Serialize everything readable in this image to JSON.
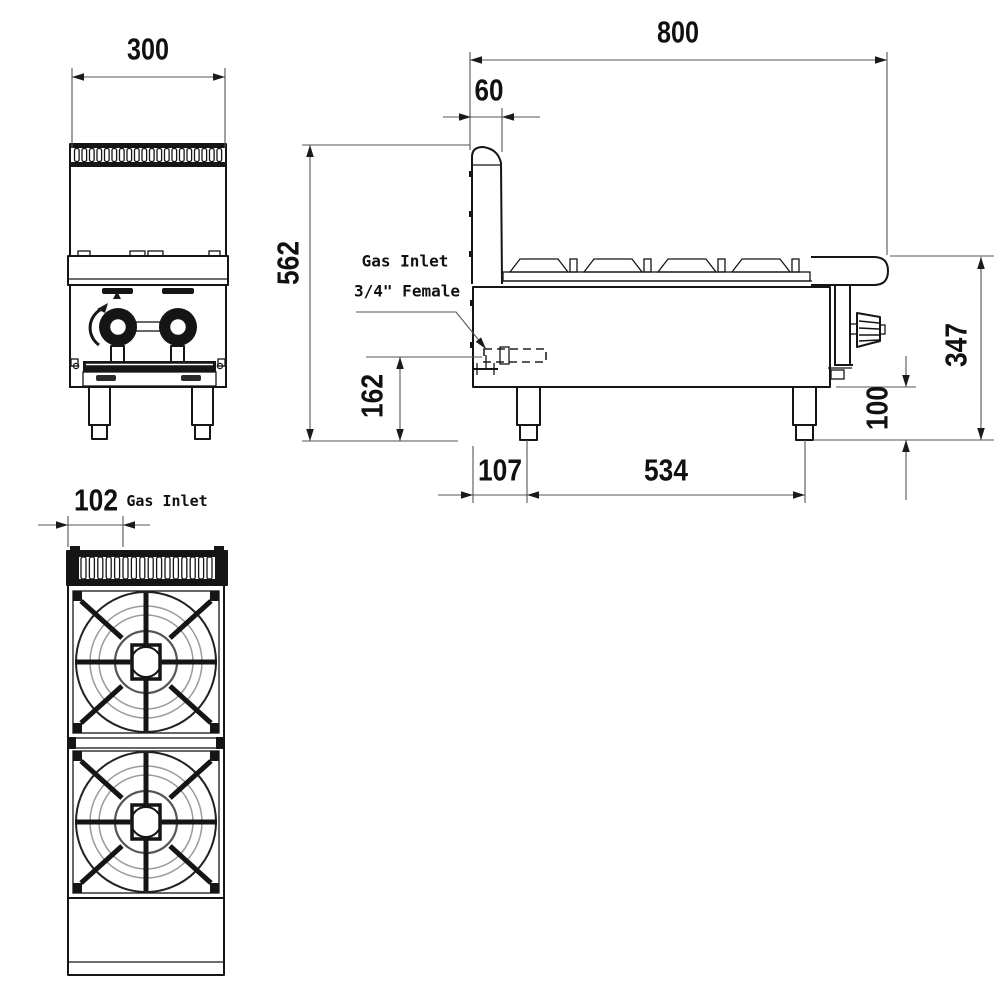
{
  "drawing": {
    "background": "#ffffff",
    "line_color": "#151515",
    "dim_color": "#555555",
    "subject": "two-burner-gas-cooktop-dimension-drawing"
  },
  "dims": {
    "front_width": "300",
    "overall_depth": "800",
    "splash_depth": "60",
    "overall_height": "562",
    "inlet_height": "162",
    "body_height": "347",
    "leg_height": "100",
    "rear_leg_offset": "107",
    "leg_spacing": "534",
    "inlet_offset": "102"
  },
  "annotations": {
    "gas_inlet": "Gas Inlet",
    "gas_inlet_spec": "3/4\" Female",
    "top_gas_inlet": "Gas Inlet"
  }
}
